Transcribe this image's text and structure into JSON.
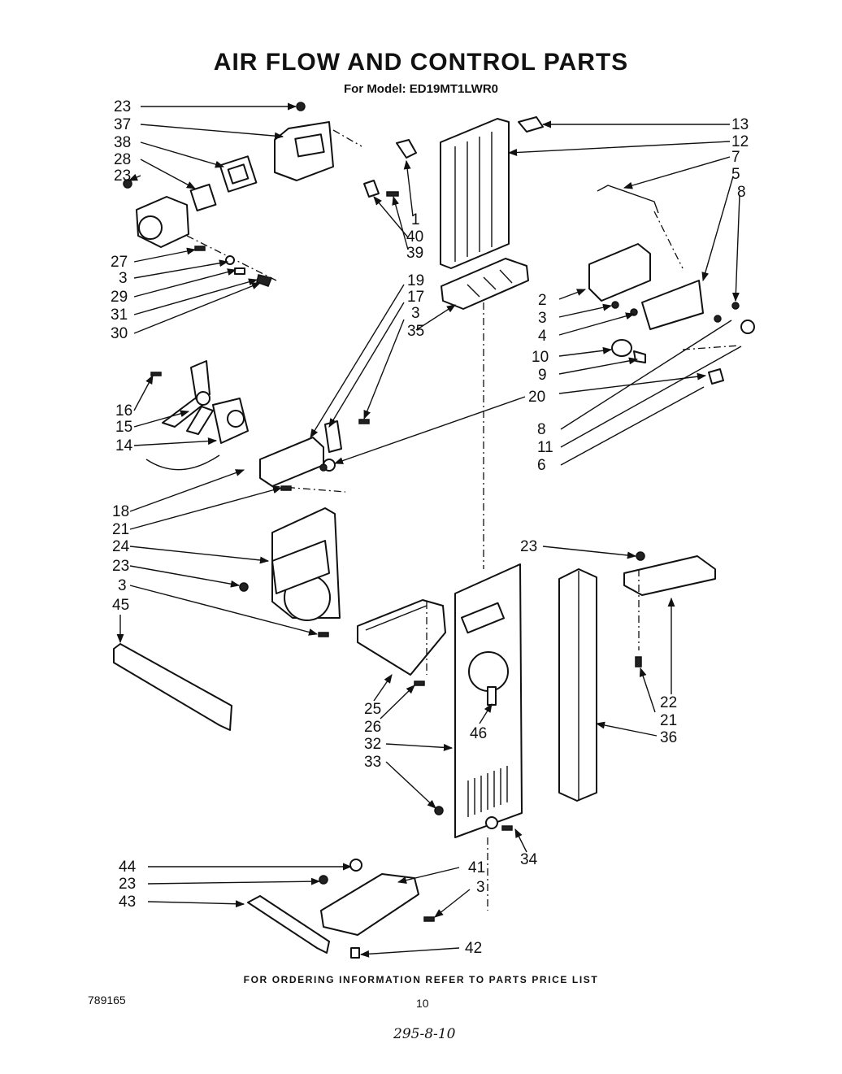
{
  "header": {
    "title": "AIR FLOW AND CONTROL PARTS",
    "model_line": "For Model:  ED19MT1LWR0"
  },
  "callouts": [
    {
      "id": "c23a",
      "label": "23"
    },
    {
      "id": "c37",
      "label": "37"
    },
    {
      "id": "c38",
      "label": "38"
    },
    {
      "id": "c28",
      "label": "28"
    },
    {
      "id": "c23b",
      "label": "23"
    },
    {
      "id": "c27",
      "label": "27"
    },
    {
      "id": "c3a",
      "label": "3"
    },
    {
      "id": "c29",
      "label": "29"
    },
    {
      "id": "c31",
      "label": "31"
    },
    {
      "id": "c30",
      "label": "30"
    },
    {
      "id": "c1",
      "label": "1"
    },
    {
      "id": "c40",
      "label": "40"
    },
    {
      "id": "c39",
      "label": "39"
    },
    {
      "id": "c13",
      "label": "13"
    },
    {
      "id": "c12",
      "label": "12"
    },
    {
      "id": "c7",
      "label": "7"
    },
    {
      "id": "c5",
      "label": "5"
    },
    {
      "id": "c8a",
      "label": "8"
    },
    {
      "id": "c19",
      "label": "19"
    },
    {
      "id": "c17",
      "label": "17"
    },
    {
      "id": "c3b",
      "label": "3"
    },
    {
      "id": "c35",
      "label": "35"
    },
    {
      "id": "c2",
      "label": "2"
    },
    {
      "id": "c3c",
      "label": "3"
    },
    {
      "id": "c4",
      "label": "4"
    },
    {
      "id": "c10",
      "label": "10"
    },
    {
      "id": "c9",
      "label": "9"
    },
    {
      "id": "c16",
      "label": "16"
    },
    {
      "id": "c15",
      "label": "15"
    },
    {
      "id": "c14",
      "label": "14"
    },
    {
      "id": "c20",
      "label": "20"
    },
    {
      "id": "c8b",
      "label": "8"
    },
    {
      "id": "c11",
      "label": "11"
    },
    {
      "id": "c6",
      "label": "6"
    },
    {
      "id": "c18",
      "label": "18"
    },
    {
      "id": "c21a",
      "label": "21"
    },
    {
      "id": "c24",
      "label": "24"
    },
    {
      "id": "c23c",
      "label": "23"
    },
    {
      "id": "c3d",
      "label": "3"
    },
    {
      "id": "c45",
      "label": "45"
    },
    {
      "id": "c23d",
      "label": "23"
    },
    {
      "id": "c25",
      "label": "25"
    },
    {
      "id": "c26",
      "label": "26"
    },
    {
      "id": "c46",
      "label": "46"
    },
    {
      "id": "c32",
      "label": "32"
    },
    {
      "id": "c33",
      "label": "33"
    },
    {
      "id": "c22",
      "label": "22"
    },
    {
      "id": "c21b",
      "label": "21"
    },
    {
      "id": "c36",
      "label": "36"
    },
    {
      "id": "c34",
      "label": "34"
    },
    {
      "id": "c44",
      "label": "44"
    },
    {
      "id": "c23e",
      "label": "23"
    },
    {
      "id": "c43",
      "label": "43"
    },
    {
      "id": "c41",
      "label": "41"
    },
    {
      "id": "c3e",
      "label": "3"
    },
    {
      "id": "c42",
      "label": "42"
    }
  ],
  "footer": {
    "ordering_note": "FOR ORDERING INFORMATION REFER TO PARTS PRICE LIST",
    "doc_number": "789165",
    "page_number": "10",
    "handwritten_code": "295-8-10"
  }
}
